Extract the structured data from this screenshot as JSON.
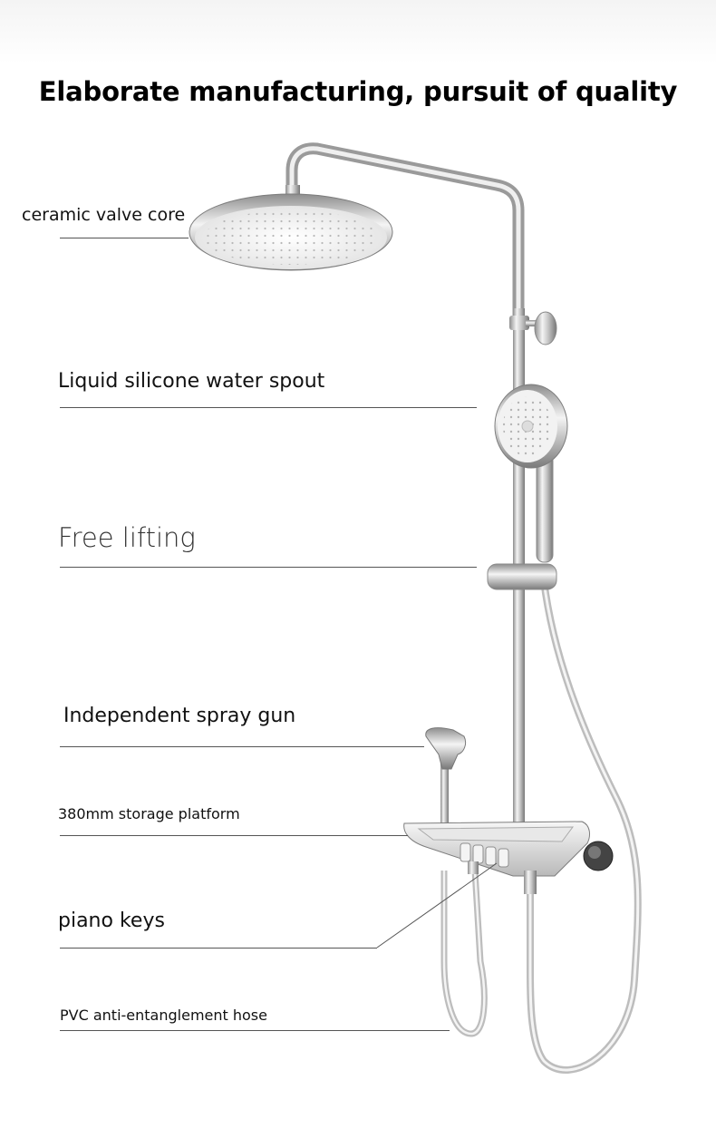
{
  "title": "Elaborate manufacturing, pursuit of quality",
  "features": {
    "valve": "ceramic valve core",
    "silicone": "Liquid silicone water spout",
    "lifting": "Free lifting",
    "spray": "Independent spray gun",
    "platform": "380mm storage platform",
    "piano": "piano keys",
    "hose": "PVC anti-entanglement hose"
  }
}
